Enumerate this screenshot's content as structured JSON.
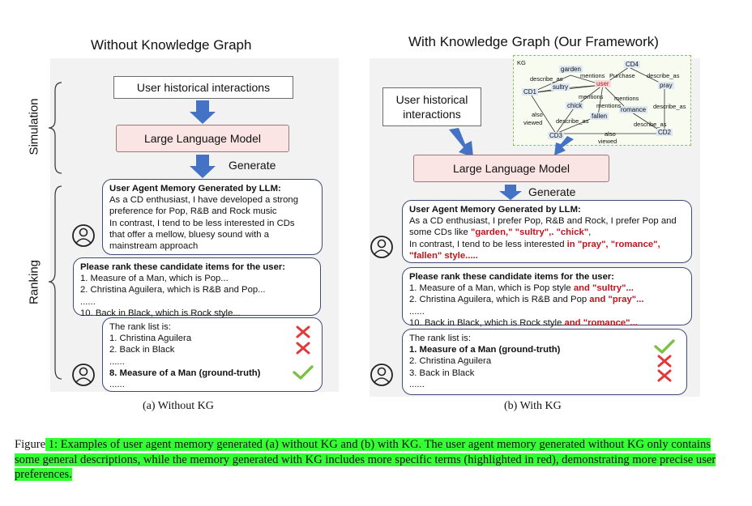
{
  "left_panel": {
    "title": "Without Knowledge Graph",
    "history_box": "User historical interactions",
    "llm_box": "Large Language Model",
    "generate": "Generate",
    "simulation_label": "Simulation",
    "ranking_label": "Ranking",
    "memory": {
      "heading": "User Agent Memory Generated by LLM:",
      "lines": [
        "As a CD enthusiast, I have developed a strong",
        "preference for Pop, R&B and Rock music",
        "In contrast, I tend to be less interested in CDs",
        "that offer a mellow, bluesy sound with a",
        "mainstream approach"
      ]
    },
    "prompt": {
      "heading": "Please rank these candidate items for the user:",
      "lines": [
        "1. Measure of a Man, which is Pop...",
        "2. Christina Aguilera, which is R&B and Pop...",
        "......",
        "10. Back in Black, which is Rock style..."
      ]
    },
    "rank": {
      "heading": "The rank list is:",
      "line1": "1. Christina Aguilera",
      "line2": "2. Back in Black",
      "dots1": "......",
      "line3": "8. Measure of a Man (ground-truth)",
      "dots2": "......"
    },
    "caption": "(a)  Without KG"
  },
  "right_panel": {
    "title": "With Knowledge Graph (Our Framework)",
    "history_line1": "User historical",
    "history_line2": "interactions",
    "llm_box": "Large Language Model",
    "generate": "Generate",
    "kg": {
      "label": "KG",
      "nodes": {
        "user": "user",
        "cd1": "CD1",
        "cd2": "CD2",
        "cd3": "CD3",
        "cd4": "CD4",
        "garden": "garden",
        "sultry": "sultry",
        "chick": "chick",
        "fallen": "fallen",
        "romance": "romance",
        "pray": "pray"
      },
      "edges": {
        "describe_as_1": "describe_as",
        "mentions_1": "mentions",
        "purchase": "Purchase",
        "describe_as_2": "describe_as",
        "mentions_2": "mentions",
        "mentions_3": "mentions",
        "mentions_4": "mentions",
        "describe_as_3": "describe_as",
        "also_viewed_1a": "also",
        "also_viewed_1b": "viewed",
        "describe_as_4": "describe_as",
        "describe_as_5": "describe_as",
        "also_viewed_2a": "also",
        "also_viewed_2b": "viewed"
      }
    },
    "memory": {
      "heading": "User Agent Memory Generated by LLM:",
      "line1": "As a CD enthusiast, I prefer Pop, R&B and Rock, I prefer Pop and",
      "line2_plain": "some CDs like ",
      "line2_red": "\"garden,\" \"sultry\",. \"chick\"",
      "line2_end": ",",
      "line3_plain": "In contrast, I tend to be less interested ",
      "line3_red": "in \"pray\", \"romance\",",
      "line4_red": "\"fallen\" style....."
    },
    "prompt": {
      "heading": "Please rank these candidate items for the user:",
      "l1_plain": "1. Measure of a Man, which is Pop style ",
      "l1_red": "and \"sultry\"...",
      "l2_plain": "2. Christina Aguilera, which is R&B and Pop ",
      "l2_red": "and \"pray\"...",
      "l3": "......",
      "l4_plain": "10. Back in Black, which is Rock style ",
      "l4_red": "and \"romance\"..."
    },
    "rank": {
      "heading": "The rank list is:",
      "line1": "1. Measure of a Man (ground-truth)",
      "line2": "2. Christina Aguilera",
      "line3": "3. Back in Black",
      "dots": "......"
    },
    "caption": "(b)  With KG"
  },
  "figure_caption": {
    "prefix": "Figure",
    "highlighted": " 1: Examples of user agent memory generated (a) without KG and (b) with KG. The user agent memory generated without KG only contains some general descriptions, while the memory generated with KG includes more specific terms (highlighted in red), demonstrating more precise user preferences."
  },
  "colors": {
    "llm_fill": "#fbe5e4",
    "arrow_blue": "#4472c4",
    "highlight_red": "#c0141b",
    "caption_highlight": "#33ff33",
    "check_green": "#7cc144",
    "cross_red": "#e03a3a"
  }
}
